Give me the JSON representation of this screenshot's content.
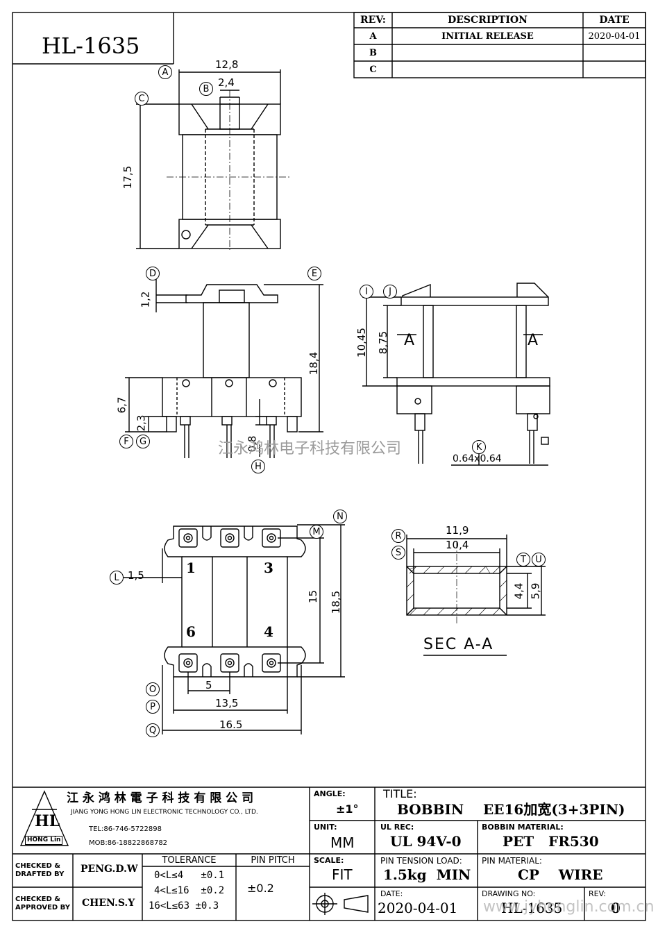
{
  "part_no_header": "HL-1635",
  "revision_table": {
    "headers": {
      "rev": "REV:",
      "description": "DESCRIPTION",
      "date": "DATE"
    },
    "rows": [
      {
        "rev": "A",
        "description": "INITIAL  RELEASE",
        "date": "2020-04-01"
      },
      {
        "rev": "B",
        "description": "",
        "date": ""
      },
      {
        "rev": "C",
        "description": "",
        "date": ""
      }
    ]
  },
  "datum_labels": [
    "A",
    "B",
    "C",
    "D",
    "E",
    "F",
    "G",
    "H",
    "I",
    "J",
    "K",
    "L",
    "M",
    "N",
    "O",
    "P",
    "Q",
    "R",
    "S",
    "T",
    "U"
  ],
  "dimensions": {
    "top_width": "12,8",
    "top_slot": "2,4",
    "top_height": "17,5",
    "side_1_2": "1,2",
    "side_18_4": "18,4",
    "side_6_7": "6,7",
    "side_2_3": "2,3",
    "side_0_8": "0,8",
    "right_10_45": "10,45",
    "right_8_75": "8,75",
    "pin_size": "0.64x0.64",
    "bottom_1_5": "1,5",
    "bottom_15": "15",
    "bottom_18_5": "18,5",
    "bottom_5": "5",
    "bottom_13_5": "13,5",
    "bottom_16_5": "16.5",
    "sec_11_9": "11,9",
    "sec_10_4": "10,4",
    "sec_4_4": "4,4",
    "sec_5_9": "5,9"
  },
  "section_marks": {
    "left": "A",
    "right": "A"
  },
  "pin_numbers": {
    "p1": "1",
    "p3": "3",
    "p6": "6",
    "p4": "4"
  },
  "section_title": "SEC  A-A",
  "watermark": "江永鸿林电子科技有限公司",
  "title_block": {
    "company_cn": "江 永 鸿 林 電 子 科 技 有 限 公 司",
    "company_en": "JIANG YONG HONG LIN ELECTRONIC TECHNOLOGY CO., LTD.",
    "logo_text": "HL",
    "logo_sub": "HONG Lin",
    "tel": "TEL:86-746-5722898",
    "mob": "MOB:86-18822868782",
    "angle_label": "ANGLE:",
    "angle_value": "±1°",
    "title_label": "TITLE:",
    "title_value": "BOBBIN    EE16加宽(3+3PIN)",
    "unit_label": "UNIT:",
    "unit_value": "MM",
    "ul_label": "UL REC:",
    "ul_value": "UL 94V-0",
    "bobbin_material_label": "BOBBIN MATERIAL:",
    "bobbin_material_value": "PET   FR530",
    "checked_drafted_label": "CHECKED & DRAFTED BY",
    "checked_drafted_value": "PENG.D.W",
    "tolerance_label": "TOLERANCE",
    "tolerance_rows": [
      "0<L≤4   ±0.1",
      "4<L≤16  ±0.2",
      "16<L≤63 ±0.3"
    ],
    "pin_pitch_label": "PIN PITCH",
    "pin_pitch_value": "±0.2",
    "scale_label": "SCALE:",
    "scale_value": "FIT",
    "pin_tension_label": "PIN TENSION LOAD:",
    "pin_tension_value": "1.5kg  MIN",
    "pin_material_label": "PIN MATERIAL:",
    "pin_material_value": "CP    WIRE",
    "checked_approved_label": "CHECKED & APPROVED BY",
    "checked_approved_value": "CHEN.S.Y",
    "date_label": "DATE:",
    "date_value": "2020-04-01",
    "drawing_no_label": "DRAWING NO:",
    "drawing_no_value": "HL-1635",
    "rev_label": "REV:",
    "rev_value": "0",
    "footer_watermark": "www.jyhonglin.com.cn"
  }
}
